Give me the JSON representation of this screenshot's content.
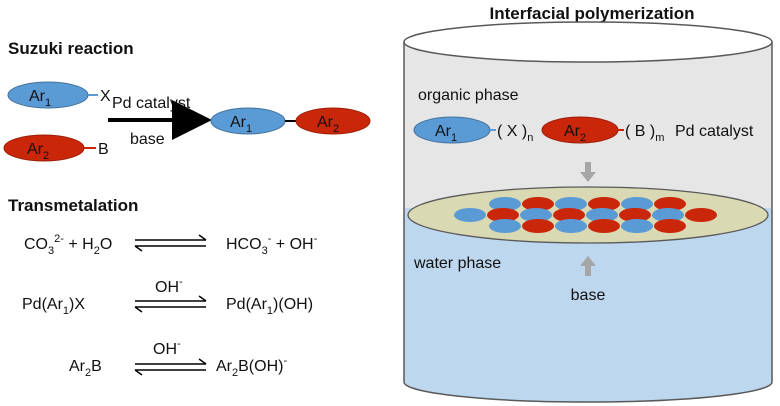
{
  "suzuki": {
    "title": "Suzuki reaction",
    "ar": "Ar",
    "sub1": "1",
    "sub2": "2",
    "x": "X",
    "b": "B",
    "catalyst": "Pd catalyst",
    "base": "base"
  },
  "transmetalation": {
    "title": "Transmetalation",
    "eq1": {
      "left_a": "CO",
      "left_sub": "3",
      "left_sup": "2-",
      "left_b": " + H",
      "left_sub2": "2",
      "left_c": "O",
      "right_a": "HCO",
      "right_sub": "3",
      "right_sup": "-",
      "right_b": " + OH",
      "right_sup2": "-"
    },
    "eq2": {
      "over": "OH",
      "over_sup": "-",
      "left_a": "Pd(Ar",
      "left_sub": "1",
      "left_b": ")X",
      "right_a": "Pd(Ar",
      "right_sub": "1",
      "right_b": ")(OH)"
    },
    "eq3": {
      "over": "OH",
      "over_sup": "-",
      "left_a": "Ar",
      "left_sub": "2",
      "left_b": "B",
      "right_a": "Ar",
      "right_sub": "2",
      "right_b": "B(OH)",
      "right_sup": "-"
    }
  },
  "interfacial": {
    "title": "Interfacial polymerization",
    "organic_phase": "organic phase",
    "water_phase": "water phase",
    "base": "base",
    "catalyst": "Pd catalyst",
    "x": "( X )",
    "b": "( B )",
    "n": "n",
    "m": "m",
    "ar": "Ar",
    "sub1": "1",
    "sub2": "2"
  },
  "colors": {
    "blue": "#5b9bd5",
    "red": "#c9260a",
    "water": "#bdd7ee",
    "organic": "#e7e6e6",
    "interface": "#d9d9b3"
  }
}
